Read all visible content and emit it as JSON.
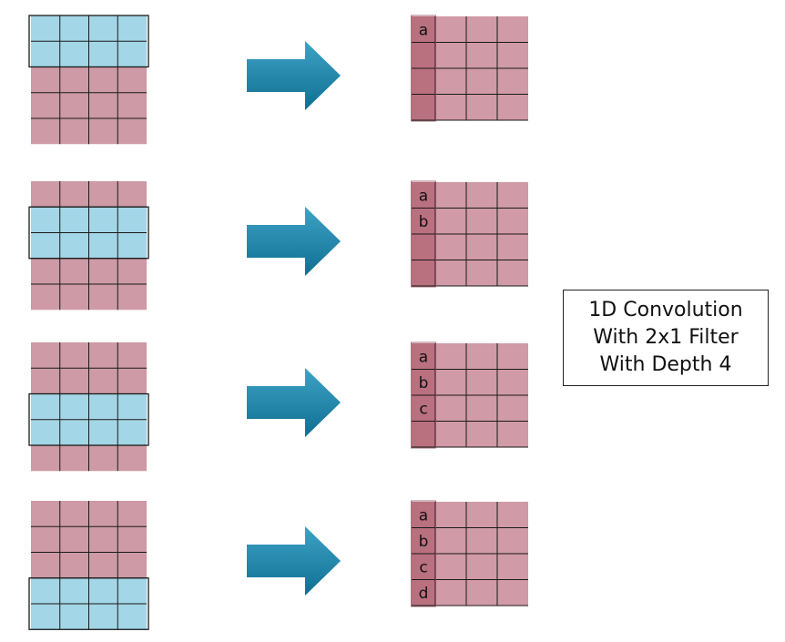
{
  "colors": {
    "input_cell": "#cd9aa5",
    "filter_cell": "#a3d6e6",
    "output_cell": "#d09aa6",
    "output_active_column": "#b9707f",
    "arrow_light": "#3ea2c6",
    "arrow_dark": "#0f6f92",
    "grid_line": "#1a1a1a"
  },
  "diagram": {
    "steps": [
      {
        "filter_rows": [
          0,
          1
        ],
        "output_letters": [
          "a"
        ]
      },
      {
        "filter_rows": [
          1,
          2
        ],
        "output_letters": [
          "a",
          "b"
        ]
      },
      {
        "filter_rows": [
          2,
          3
        ],
        "output_letters": [
          "a",
          "b",
          "c"
        ]
      },
      {
        "filter_rows": [
          3,
          4
        ],
        "output_letters": [
          "a",
          "b",
          "c",
          "d"
        ]
      }
    ],
    "input_grid": {
      "rows": 5,
      "cols": 4
    },
    "output_grid": {
      "rows": 4,
      "cols": 4
    },
    "arrow_icon": "right-arrow-icon"
  },
  "caption": {
    "line1": "1D Convolution",
    "line2": "With 2x1 Filter",
    "line3": "With Depth 4"
  }
}
